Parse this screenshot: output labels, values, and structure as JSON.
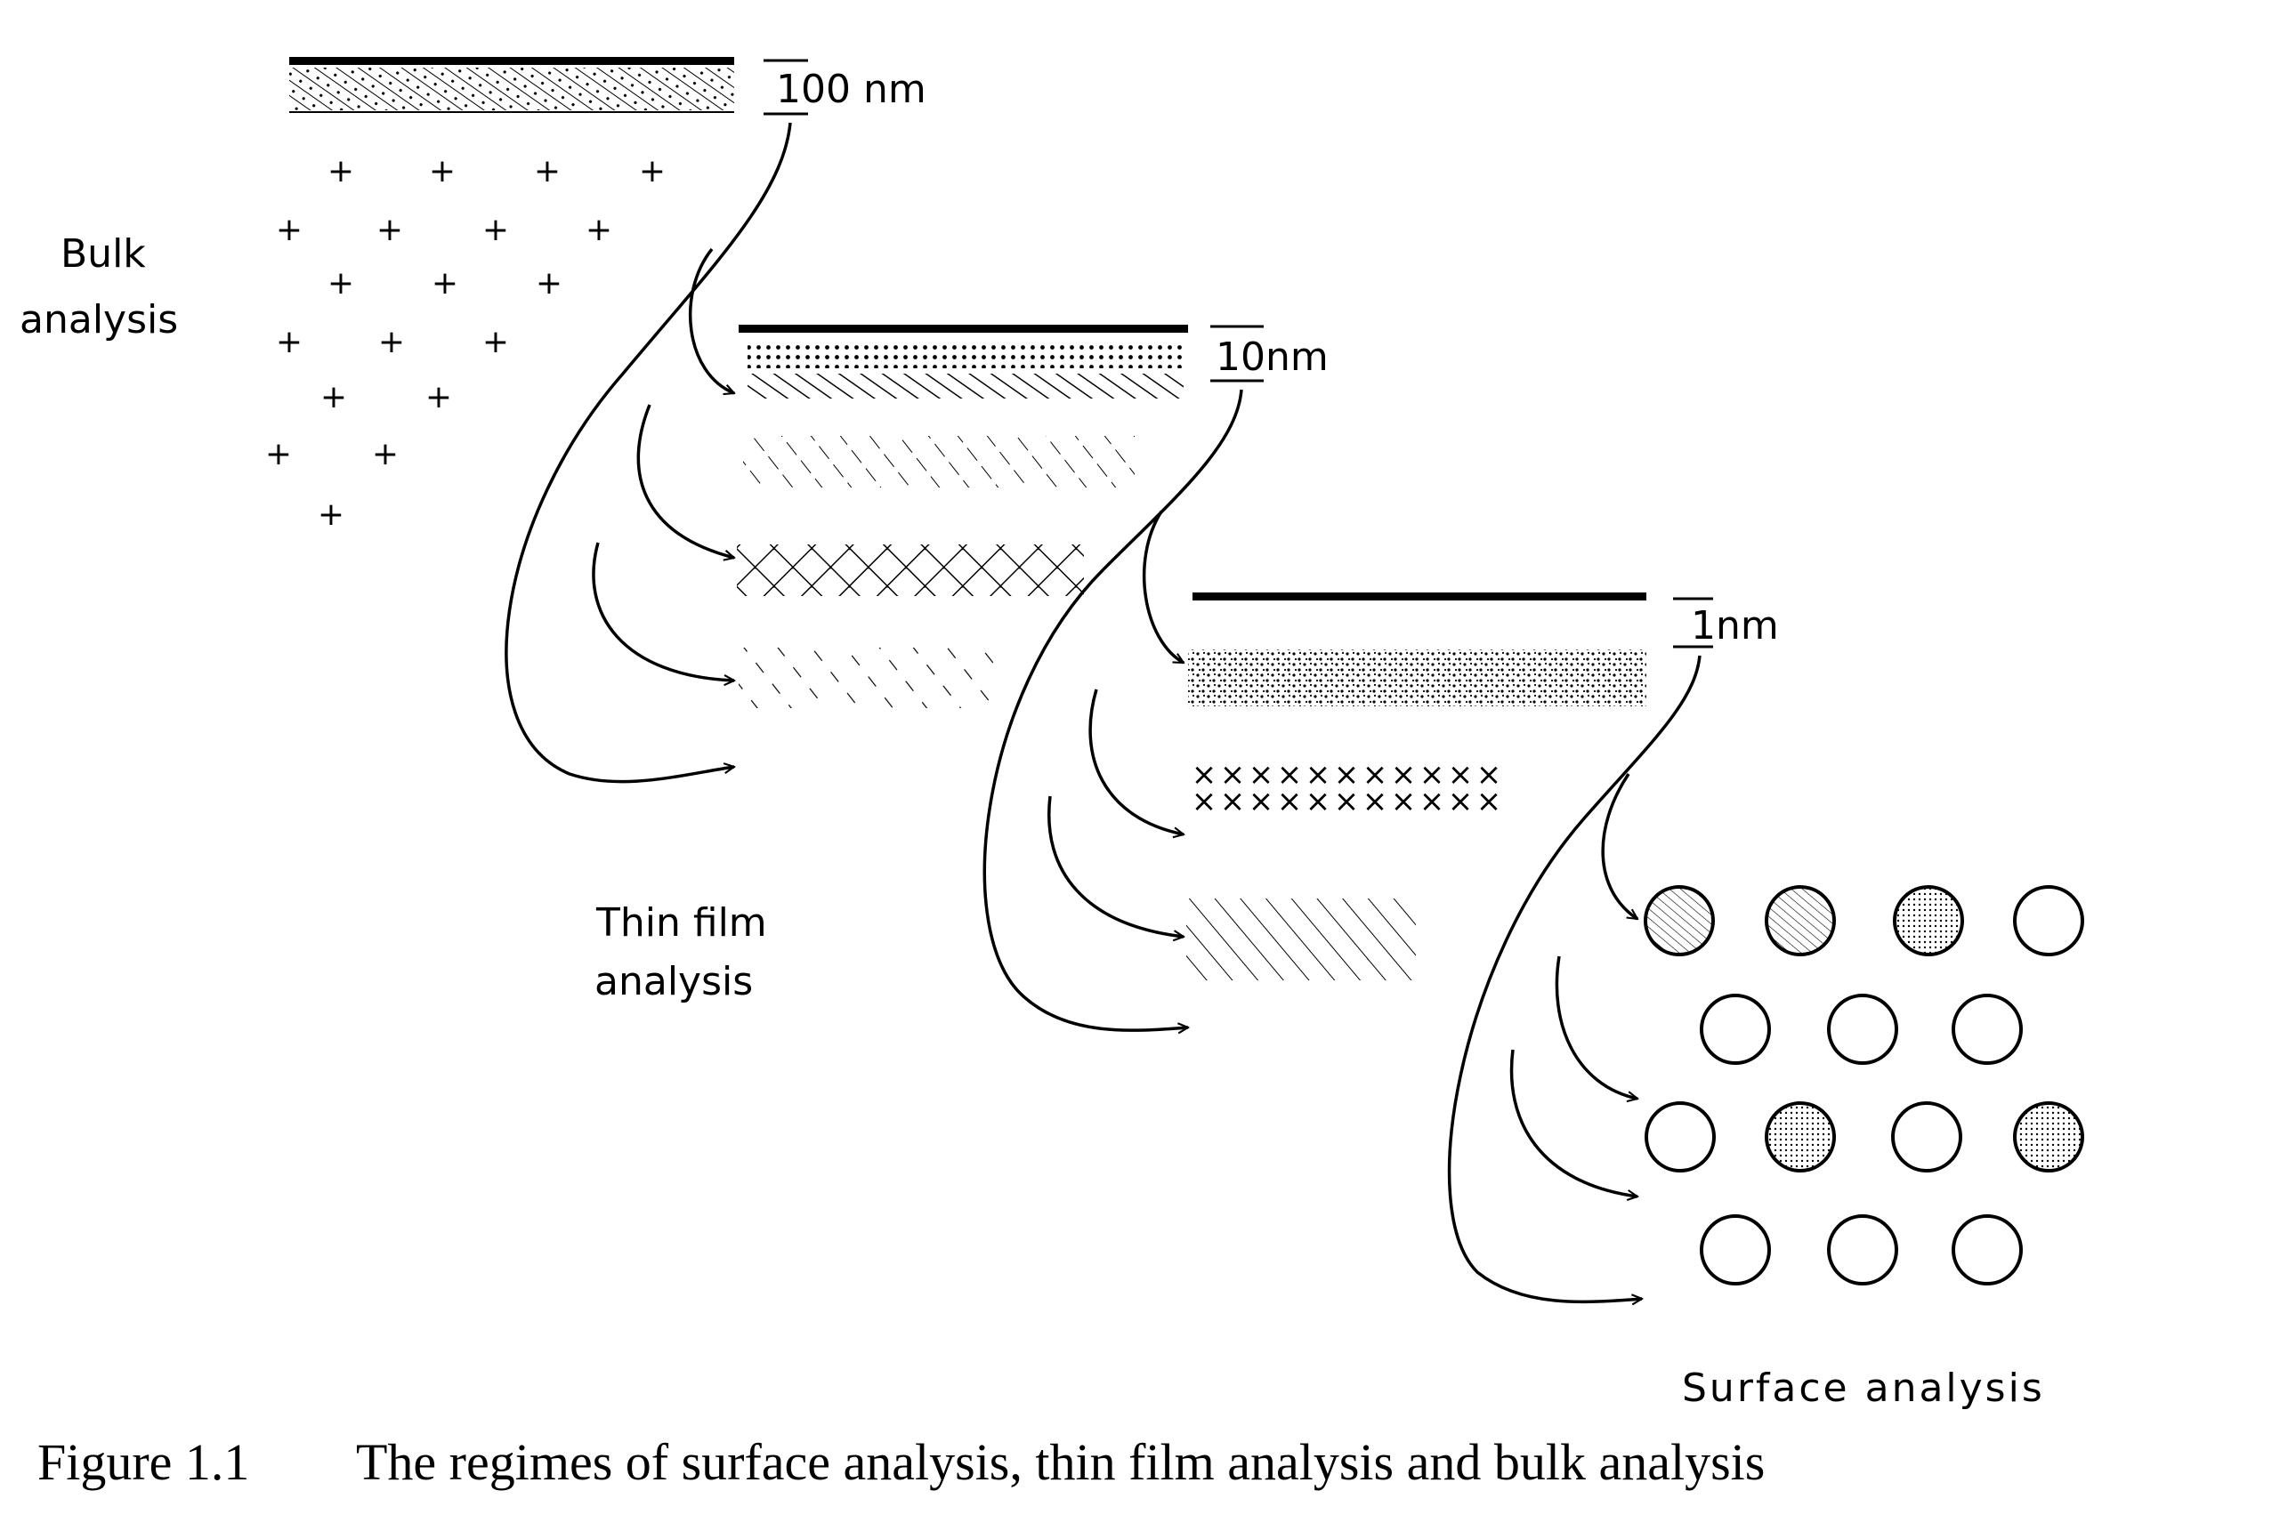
{
  "scales": {
    "bulk": "100 nm",
    "thin": "10nm",
    "surface": "1nm"
  },
  "labels": {
    "bulk_line1": "Bulk",
    "bulk_line2": "analysis",
    "thin_line1": "Thin film",
    "thin_line2": "analysis",
    "surface": "Surface analysis"
  },
  "caption": {
    "number": "Figure 1.1",
    "text": "The regimes of surface analysis, thin film analysis and bulk analysis"
  },
  "colors": {
    "ink": "#000000",
    "background": "#ffffff"
  }
}
